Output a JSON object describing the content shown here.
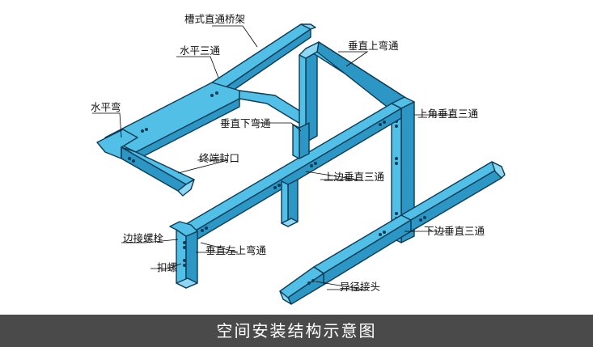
{
  "caption": "空间安装结构示意图",
  "colors": {
    "tray_fill": "#52bfe6",
    "tray_dark": "#2c96c4",
    "tray_light": "#8ed7f2",
    "outline": "#0d3c57",
    "caption_bg": "#4a4a4a"
  },
  "labels": {
    "straight_tray": "槽式直通桥架",
    "horizontal_tee": "水平三通",
    "vertical_up_bend": "垂直上弯通",
    "horizontal_bend": "水平弯",
    "vertical_down_bend": "垂直下弯通",
    "upper_corner_vertical_tee": "上角垂直三通",
    "end_cap": "终端封口",
    "upper_side_vertical_tee": "上边垂直三通",
    "side_bolt": "边接螺栓",
    "vertical_left_up_bend": "垂直左上弯通",
    "lower_side_vertical_tee": "下边垂直三通",
    "buckle_screw": "扣螺",
    "reducer": "异径接头"
  }
}
